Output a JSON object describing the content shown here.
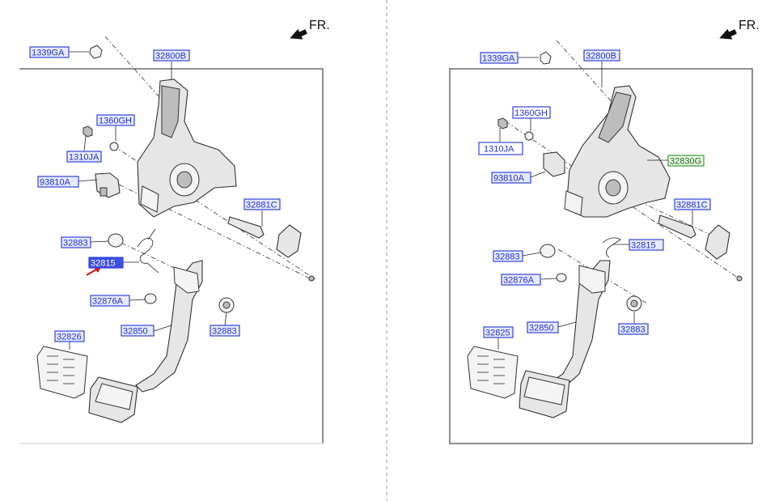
{
  "direction_label": "FR.",
  "left_panel": {
    "labels": {
      "p1339GA": "1339GA",
      "p32800B": "32800B",
      "p1360GH": "1360GH",
      "p1310JA": "1310JA",
      "p93810A": "93810A",
      "p32881C": "32881C",
      "p32883a": "32883",
      "p32815": "32815",
      "p32876A": "32876A",
      "p32850": "32850",
      "p32883b": "32883",
      "p32826": "32826"
    }
  },
  "right_panel": {
    "labels": {
      "p1339GA": "1339GA",
      "p32800B": "32800B",
      "p1360GH": "1360GH",
      "p1310JA": "1310JA",
      "p32830G": "32830G",
      "p93810A": "93810A",
      "p32881C": "32881C",
      "p32883a": "32883",
      "p32815": "32815",
      "p32876A": "32876A",
      "p32850": "32850",
      "p32883b": "32883",
      "p32825": "32825"
    }
  },
  "colors": {
    "label_text": "#2233cc",
    "label_border": "#3344dd",
    "highlight_fill": "#3b4fe0",
    "green_label": "#3a9a3a",
    "pointer_arrow": "#e01010"
  }
}
